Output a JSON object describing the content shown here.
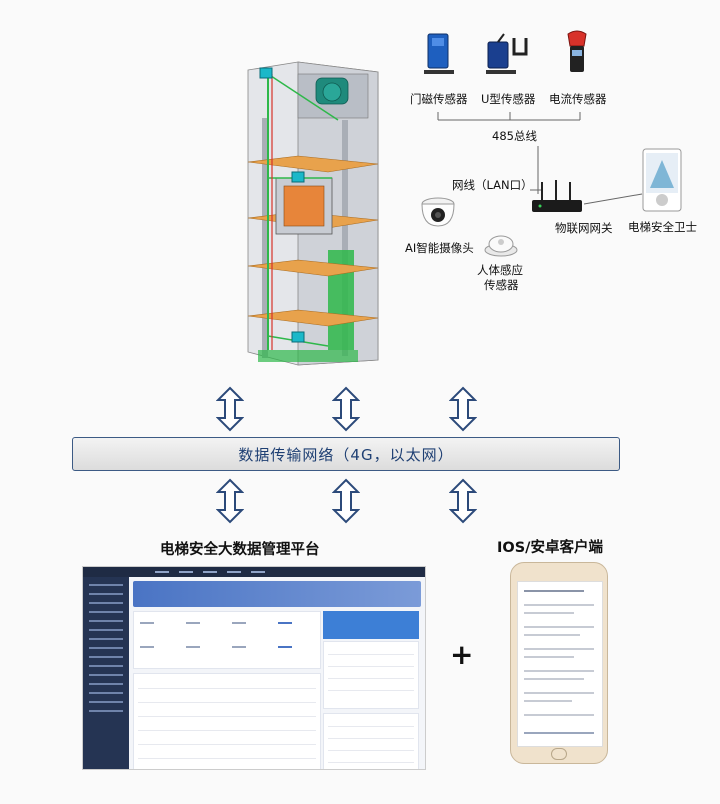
{
  "devices": {
    "door_sensor": "门磁传感器",
    "u_sensor": "U型传感器",
    "current_sensor": "电流传感器",
    "bus": "485总线",
    "lan": "网线（LAN口）",
    "gateway": "物联网网关",
    "guard": "电梯安全卫士",
    "camera": "AI智能摄像头",
    "body_sensor_line1": "人体感应",
    "body_sensor_line2": "传感器"
  },
  "network_banner": "数据传输网络（4G，以太网）",
  "platform_title": "电梯安全大数据管理平台",
  "client_title": "IOS/安卓客户端",
  "plus_symbol": "+",
  "colors": {
    "banner_border": "#3c5a84",
    "banner_text": "#1e3f73",
    "arrow_stroke": "#2c4a7a",
    "shaft_grey": "#d6d9de",
    "floor_orange": "#e8a24c",
    "accent_green": "#2eb84a"
  }
}
